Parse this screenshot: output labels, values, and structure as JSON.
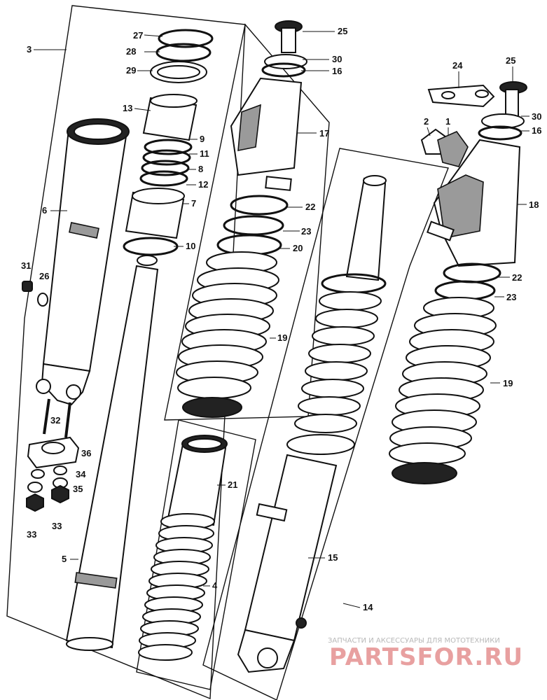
{
  "diagram": {
    "callouts": [
      {
        "id": "c27a",
        "text": "27"
      },
      {
        "id": "c28",
        "text": "28"
      },
      {
        "id": "c29",
        "text": "29"
      },
      {
        "id": "c13",
        "text": "13"
      },
      {
        "id": "c9",
        "text": "9"
      },
      {
        "id": "c11",
        "text": "11"
      },
      {
        "id": "c8",
        "text": "8"
      },
      {
        "id": "c12",
        "text": "12"
      },
      {
        "id": "c7",
        "text": "7"
      },
      {
        "id": "c10",
        "text": "10"
      },
      {
        "id": "c3",
        "text": "3"
      },
      {
        "id": "c6",
        "text": "6"
      },
      {
        "id": "c31",
        "text": "31"
      },
      {
        "id": "c26",
        "text": "26"
      },
      {
        "id": "c32",
        "text": "32"
      },
      {
        "id": "c36",
        "text": "36"
      },
      {
        "id": "c34",
        "text": "34"
      },
      {
        "id": "c35",
        "text": "35"
      },
      {
        "id": "c33a",
        "text": "33"
      },
      {
        "id": "c33b",
        "text": "33"
      },
      {
        "id": "c5",
        "text": "5"
      },
      {
        "id": "c25a",
        "text": "25"
      },
      {
        "id": "c30a",
        "text": "30"
      },
      {
        "id": "c16a",
        "text": "16"
      },
      {
        "id": "c17",
        "text": "17"
      },
      {
        "id": "c22a",
        "text": "22"
      },
      {
        "id": "c23a",
        "text": "23"
      },
      {
        "id": "c20",
        "text": "20"
      },
      {
        "id": "c19a",
        "text": "19"
      },
      {
        "id": "c21",
        "text": "21"
      },
      {
        "id": "c4",
        "text": "4"
      },
      {
        "id": "c15",
        "text": "15"
      },
      {
        "id": "c14",
        "text": "14"
      },
      {
        "id": "c24",
        "text": "24"
      },
      {
        "id": "c25b",
        "text": "25"
      },
      {
        "id": "c2",
        "text": "2"
      },
      {
        "id": "c1",
        "text": "1"
      },
      {
        "id": "c30b",
        "text": "30"
      },
      {
        "id": "c16b",
        "text": "16"
      },
      {
        "id": "c18",
        "text": "18"
      },
      {
        "id": "c22b",
        "text": "22"
      },
      {
        "id": "c23b",
        "text": "23"
      },
      {
        "id": "c19b",
        "text": "19"
      }
    ]
  },
  "watermark": {
    "caption": "ЗАПЧАСТИ И АКСЕССУАРЫ ДЛЯ МОТОТЕХНИКИ",
    "brand": "PARTSFOR.RU",
    "brand_color": "#e8a0a0",
    "caption_color": "#b8b8b8"
  }
}
